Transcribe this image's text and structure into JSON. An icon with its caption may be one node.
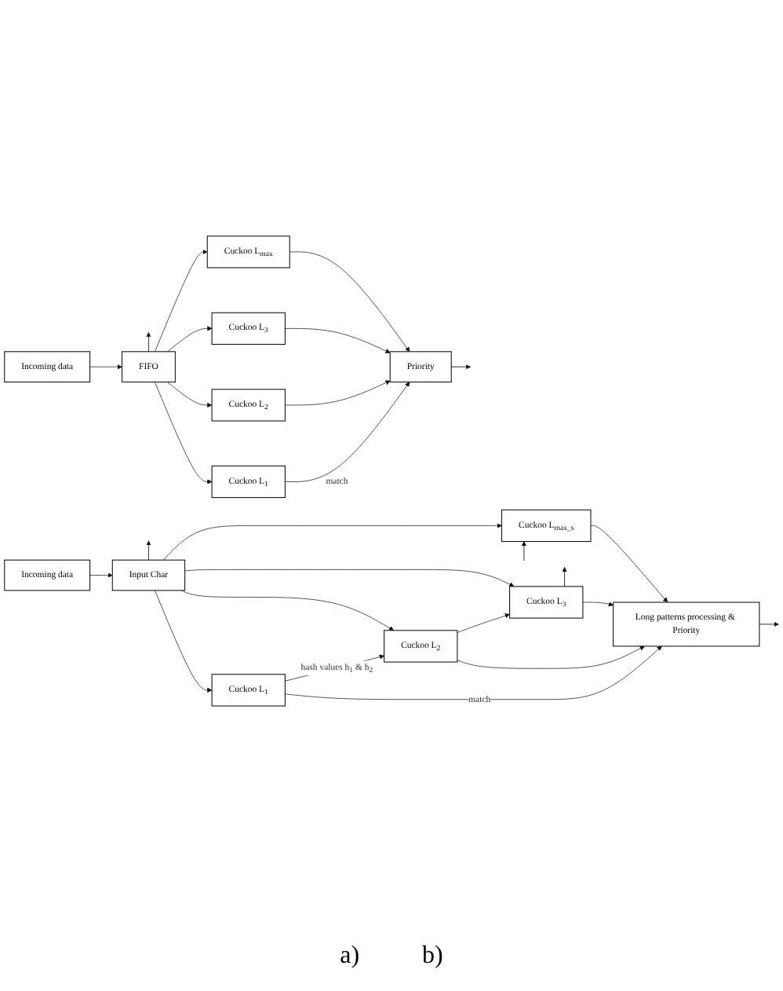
{
  "diagram": {
    "nodes": [
      {
        "text": [
          "FIFO"
        ]
      },
      {
        "text": [
          "Cuckoo L$_{max}$"
        ]
      },
      {
        "text": [
          "Cuckoo L$_{3}$"
        ]
      },
      {
        "text": [
          "Cuckoo L$_{2}$"
        ]
      },
      {
        "text": [
          "Cuckoo L$_{1}$"
        ]
      },
      {
        "text": [
          "Priority"
        ]
      },
      {
        "text": [
          "Incoming data"
        ]
      },
      {
        "text": [
          "Input Char"
        ]
      },
      {
        "text": [
          "Cuckoo L$_{max_s}$"
        ]
      },
      {
        "text": [
          "Cuckoo L$_{3}$"
        ]
      },
      {
        "text": [
          "Cuckoo L$_{2}$"
        ]
      },
      {
        "text": [
          "Cuckoo L$_{1}$"
        ]
      },
      {
        "text": [
          "Long patterns processing & Priority"
        ]
      },
      {
        "text": [
          "Incoming data"
        ]
      }
    ],
    "edges": [
      {
        "from": 6,
        "to": 0,
        "arrow": "to"
      },
      {
        "from": 0,
        "to": null,
        "arrow": "to"
      },
      {
        "from": 0,
        "to": 1,
        "arrow": "to"
      },
      {
        "from": 0,
        "to": 2,
        "arrow": "to"
      },
      {
        "from": 0,
        "to": 3,
        "arrow": "to"
      },
      {
        "from": 0,
        "to": 4,
        "arrow": "to"
      },
      {
        "from": 1,
        "to": 5,
        "arrow": "to"
      },
      {
        "from": 2,
        "to": 5,
        "arrow": "to"
      },
      {
        "from": 3,
        "to": 5,
        "arrow": "to"
      },
      {
        "from": 4,
        "to": 5,
        "arrow": "to",
        "label": "match"
      },
      {
        "from": 5,
        "to": null,
        "arrow": "to"
      },
      {
        "from": 13,
        "to": 7,
        "arrow": "to"
      },
      {
        "from": 7,
        "to": null,
        "arrow": "to"
      },
      {
        "from": 7,
        "to": 8,
        "arrow": "to"
      },
      {
        "from": 7,
        "to": 9,
        "arrow": "to"
      },
      {
        "from": 7,
        "to": 10,
        "arrow": "to"
      },
      {
        "from": 7,
        "to": 11,
        "arrow": "to"
      },
      {
        "from": 11,
        "to": 10,
        "arrow": "to",
        "label": "hash values h$_{1}$ & h$_{2}$"
      },
      {
        "from": 10,
        "to": 9,
        "arrow": "to"
      },
      {
        "from": 9,
        "to": null,
        "arrow": "to"
      },
      {
        "from": null,
        "to": 8,
        "arrow": "to"
      },
      {
        "from": 8,
        "to": 12,
        "arrow": "to"
      },
      {
        "from": 9,
        "to": 12,
        "arrow": "to"
      },
      {
        "from": 10,
        "to": 12,
        "arrow": "to"
      },
      {
        "from": 11,
        "to": 12,
        "arrow": "to",
        "label": "match"
      },
      {
        "from": 12,
        "to": null,
        "arrow": "to"
      }
    ],
    "labels": [
      "a)",
      "b)"
    ]
  }
}
